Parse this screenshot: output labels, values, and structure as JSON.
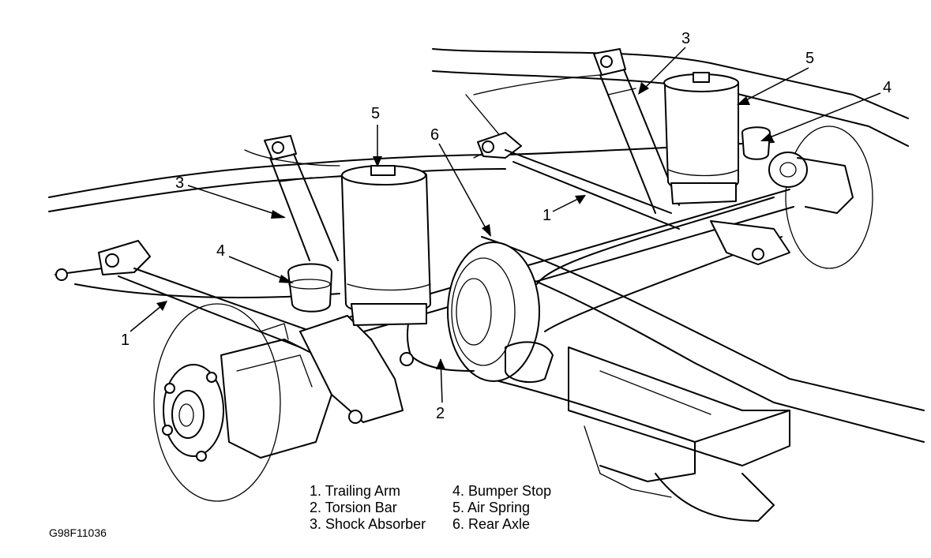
{
  "figure_code": "G98F11036",
  "callouts": [
    {
      "id": "c5a",
      "text": "5"
    },
    {
      "id": "c3a",
      "text": "3"
    },
    {
      "id": "c4a",
      "text": "4"
    },
    {
      "id": "c1a",
      "text": "1"
    },
    {
      "id": "c6",
      "text": "6"
    },
    {
      "id": "c2",
      "text": "2"
    },
    {
      "id": "c3b",
      "text": "3"
    },
    {
      "id": "c5b",
      "text": "5"
    },
    {
      "id": "c4b",
      "text": "4"
    },
    {
      "id": "c1b",
      "text": "1"
    }
  ],
  "legend": {
    "left": [
      {
        "number": "1.",
        "label": "Trailing Arm"
      },
      {
        "number": "2.",
        "label": "Torsion Bar"
      },
      {
        "number": "3.",
        "label": "Shock Absorber"
      }
    ],
    "right": [
      {
        "number": "4.",
        "label": "Bumper Stop"
      },
      {
        "number": "5.",
        "label": "Air Spring"
      },
      {
        "number": "6.",
        "label": "Rear Axle"
      }
    ]
  }
}
